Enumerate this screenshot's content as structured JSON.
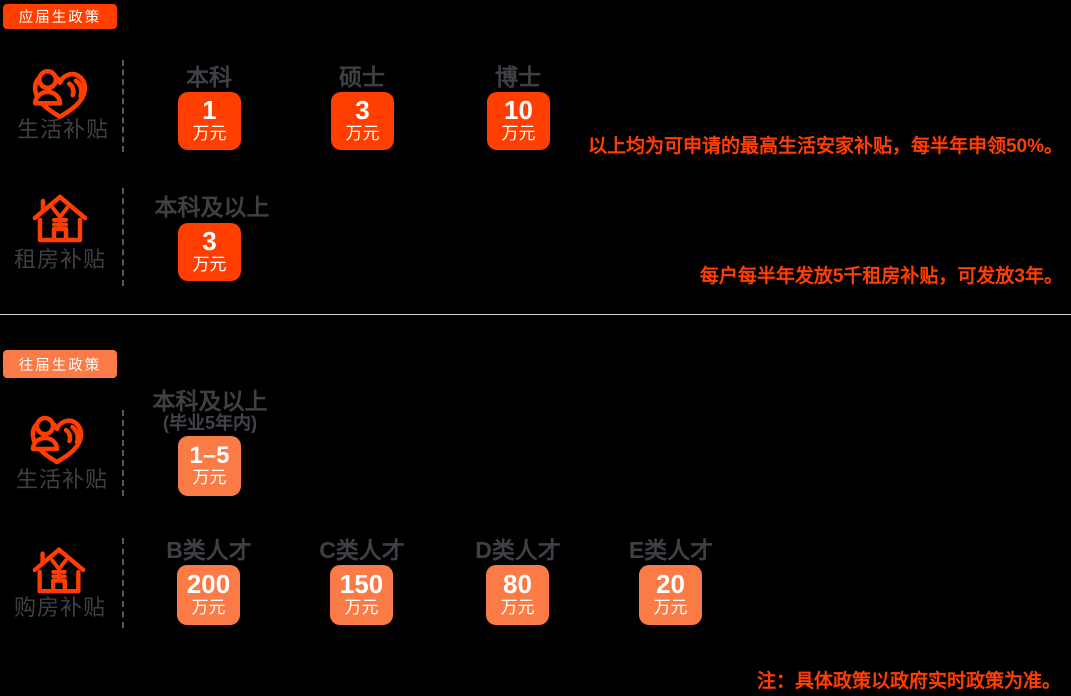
{
  "colors": {
    "primary": "#FF3E00",
    "secondary": "#FA7B45",
    "text_gray": "#3E4045",
    "divider": "#D8D8D8",
    "card_text": "#FFFFFF",
    "background": "#000000"
  },
  "fresh_policy": {
    "badge": "应届生政策",
    "rows": [
      {
        "label": "生活补贴",
        "icon": "people-heart-icon",
        "columns": [
          {
            "header": "本科",
            "value": "1",
            "unit": "万元"
          },
          {
            "header": "硕士",
            "value": "3",
            "unit": "万元"
          },
          {
            "header": "博士",
            "value": "10",
            "unit": "万元"
          }
        ],
        "note": "以上均为可申请的最高生活安家补贴，每半年申领50%。"
      },
      {
        "label": "租房补贴",
        "icon": "house-yuan-icon",
        "columns": [
          {
            "header": "本科及以上",
            "value": "3",
            "unit": "万元"
          }
        ],
        "note": "每户每半年发放5千租房补贴，可发放3年。"
      }
    ]
  },
  "previous_policy": {
    "badge": "往届生政策",
    "rows": [
      {
        "label": "生活补贴",
        "icon": "people-heart-icon",
        "columns": [
          {
            "header": "本科及以上",
            "subheader": "(毕业5年内)",
            "value": "1–5",
            "unit": "万元"
          }
        ]
      },
      {
        "label": "购房补贴",
        "icon": "house-yuan-icon",
        "columns": [
          {
            "header": "B类人才",
            "value": "200",
            "unit": "万元"
          },
          {
            "header": "C类人才",
            "value": "150",
            "unit": "万元"
          },
          {
            "header": "D类人才",
            "value": "80",
            "unit": "万元"
          },
          {
            "header": "E类人才",
            "value": "20",
            "unit": "万元"
          }
        ]
      }
    ]
  },
  "footer_note": "注：具体政策以政府实时政策为准。"
}
